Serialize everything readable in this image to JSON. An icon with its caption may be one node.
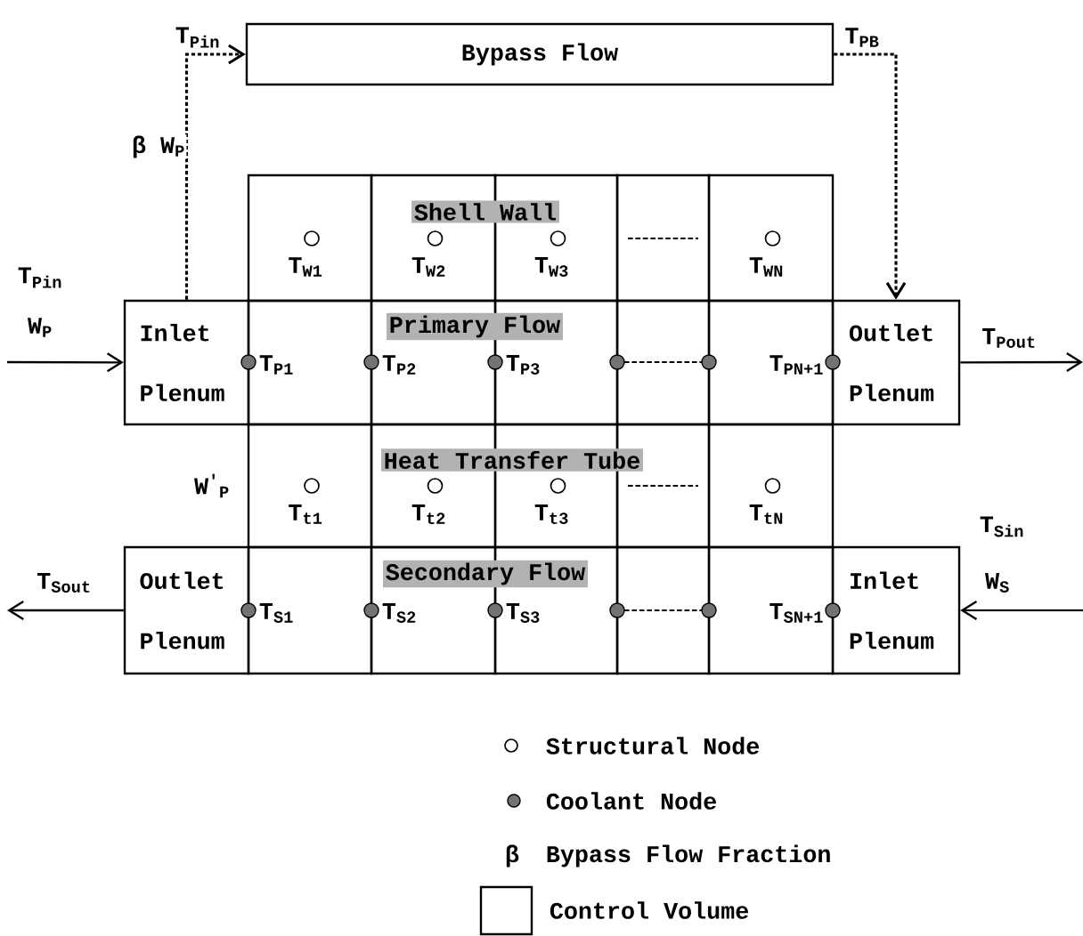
{
  "diagram": {
    "nodes": [
      {
        "text": [
          "Bypass Flow"
        ]
      },
      {
        "text": [
          "T$_{W1}$"
        ]
      },
      {
        "text": [
          "T$_{W2}$"
        ]
      },
      {
        "text": [
          "T$_{W3}$"
        ]
      },
      {
        "text": [],
        "shape": "box"
      },
      {
        "text": [
          "T$_{WN}$"
        ]
      },
      {
        "text": [
          "Inlet Plenum"
        ]
      },
      {
        "text": [
          "T$_{P1}$"
        ]
      },
      {
        "text": [
          "T$_{P2}$"
        ]
      },
      {
        "text": [
          "T$_{P3}$"
        ]
      },
      {
        "text": [],
        "shape": "box"
      },
      {
        "text": [
          "T$_{PN+1}$"
        ]
      },
      {
        "text": [
          "Outlet Plenum"
        ]
      },
      {
        "text": [
          "T$_{t1}$"
        ]
      },
      {
        "text": [
          "T$_{t2}$"
        ]
      },
      {
        "text": [
          "T$_{t3}$"
        ]
      },
      {
        "text": [],
        "shape": "box"
      },
      {
        "text": [
          "T$_{tN}$"
        ]
      },
      {
        "text": [
          "Outlet Plenum"
        ]
      },
      {
        "text": [
          "T$_{S1}$"
        ]
      },
      {
        "text": [
          "T$_{S2}$"
        ]
      },
      {
        "text": [
          "T$_{S3}$"
        ]
      },
      {
        "text": [],
        "shape": "box"
      },
      {
        "text": [
          "T$_{SN+1}$"
        ]
      },
      {
        "text": [
          "Inlet Plenum"
        ]
      }
    ],
    "edges": [
      {
        "from": null,
        "to": 6,
        "arrow": "to"
      },
      {
        "from": 6,
        "to": 0,
        "arrow": "to",
        "style": "dashed",
        "label": "β W$_{P}$"
      },
      {
        "from": 0,
        "to": 12,
        "arrow": "to",
        "style": "dashed"
      },
      {
        "from": 12,
        "to": null,
        "arrow": "to"
      },
      {
        "from": 18,
        "to": null,
        "arrow": "to"
      },
      {
        "from": null,
        "to": 24,
        "arrow": "to"
      }
    ],
    "labels": [
      "T$_{Pin}$",
      "T$_{PB}$",
      "Shell Wall",
      "T$_{Pin}$",
      "W$_{P}$",
      "Primary Flow",
      "T$_{Pout}$",
      "W$^{'}$$_{P}$",
      "Heat Transfer Tube",
      "T$_{Sin}$",
      "T$_{Sout}$",
      "Secondary Flow",
      "W$_{S}$",
      "β"
    ],
    "legend": [
      {
        "text": "Structural Node"
      },
      {
        "text": "Coolant Node"
      },
      {
        "text": "Bypass Flow Fraction"
      },
      {
        "text": "Control Volume"
      }
    ]
  }
}
